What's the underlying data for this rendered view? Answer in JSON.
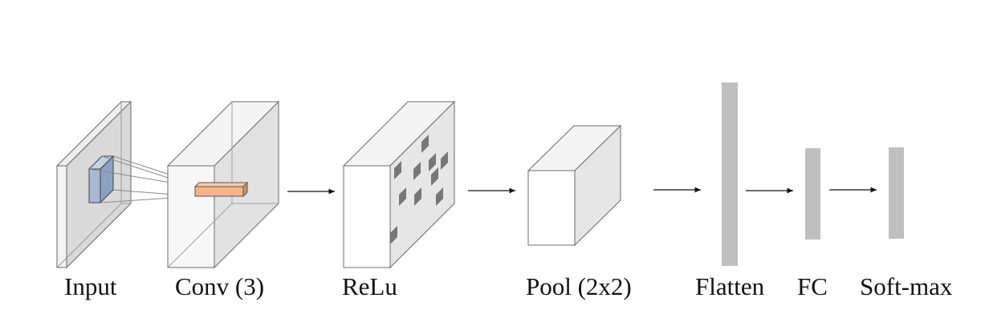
{
  "layers": {
    "input": "Input",
    "conv": "Conv (3)",
    "relu": "ReLu",
    "pool": "Pool (2x2)",
    "flatten": "Flatten",
    "fc": "FC",
    "softmax": "Soft-max"
  },
  "colors": {
    "stroke": "#6b6b6b",
    "face_light": "#eeeeee",
    "face_white": "#ffffff",
    "side_shade": "#d9d9d9",
    "kernel_fill": "#a9b9d4",
    "kernel_side": "#8da1c2",
    "filter_fill": "#f2b58a",
    "filter_side": "#d9936a",
    "feature_patch": "#777777",
    "dense_bar": "#bfbfbf",
    "arrow": "#111111"
  },
  "icons": [
    "arrow-right-icon"
  ]
}
